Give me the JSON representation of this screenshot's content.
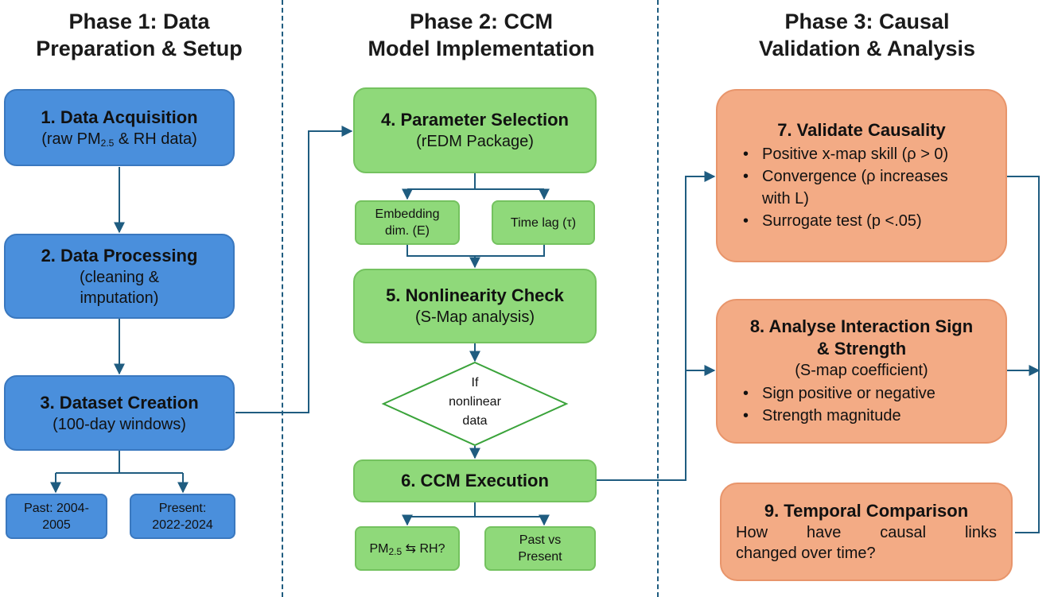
{
  "phases": [
    {
      "title_line1": "Phase 1: Data",
      "title_line2": "Preparation & Setup"
    },
    {
      "title_line1": "Phase 2: CCM",
      "title_line2": "Model Implementation"
    },
    {
      "title_line1": "Phase 3: Causal",
      "title_line2": "Validation & Analysis"
    }
  ],
  "phase1": {
    "step1": {
      "title": "1. Data Acquisition",
      "sub_pre": "(raw PM",
      "sub_subscript": "2.5",
      "sub_post": " & RH data)"
    },
    "step2": {
      "title": "2. Data Processing",
      "line1": "(cleaning &",
      "line2": "imputation)"
    },
    "step3": {
      "title": "3. Dataset Creation",
      "sub": "(100-day windows)"
    },
    "past": {
      "line1": "Past: 2004-",
      "line2": "2005"
    },
    "present": {
      "line1": "Present:",
      "line2": "2022-2024"
    }
  },
  "phase2": {
    "step4": {
      "title": "4. Parameter Selection",
      "sub": "(rEDM Package)"
    },
    "embedding": {
      "line1": "Embedding",
      "line2": "dim. (E)"
    },
    "timelag": {
      "label": "Time lag (τ)"
    },
    "step5": {
      "title": "5. Nonlinearity Check",
      "sub": "(S-Map analysis)"
    },
    "decision": {
      "line1": "If",
      "line2": "nonlinear",
      "line3": "data"
    },
    "step6": {
      "title": "6. CCM Execution"
    },
    "pm_rh": {
      "pre": "PM",
      "subscript": "2.5",
      "post": " ⇆ RH?"
    },
    "past_vs": {
      "line1": "Past vs",
      "line2": "Present"
    }
  },
  "phase3": {
    "step7": {
      "title": "7. Validate Causality",
      "bullets": [
        "Positive x-map skill (ρ > 0)",
        "Convergence (ρ increases",
        "with L)",
        "Surrogate test (p <.05)"
      ]
    },
    "step8": {
      "title_line1": "8. Analyse Interaction Sign",
      "title_line2": "& Strength",
      "sub": "(S-map coefficient)",
      "bullets": [
        "Sign positive or negative",
        "Strength magnitude"
      ]
    },
    "step9": {
      "title": "9. Temporal Comparison",
      "line1": "How have causal links",
      "line2": "changed over time?"
    }
  },
  "colors": {
    "blue": "#4a8fdc",
    "green": "#8fd97a",
    "orange": "#f3ab85",
    "arrow": "#1f5c80"
  }
}
